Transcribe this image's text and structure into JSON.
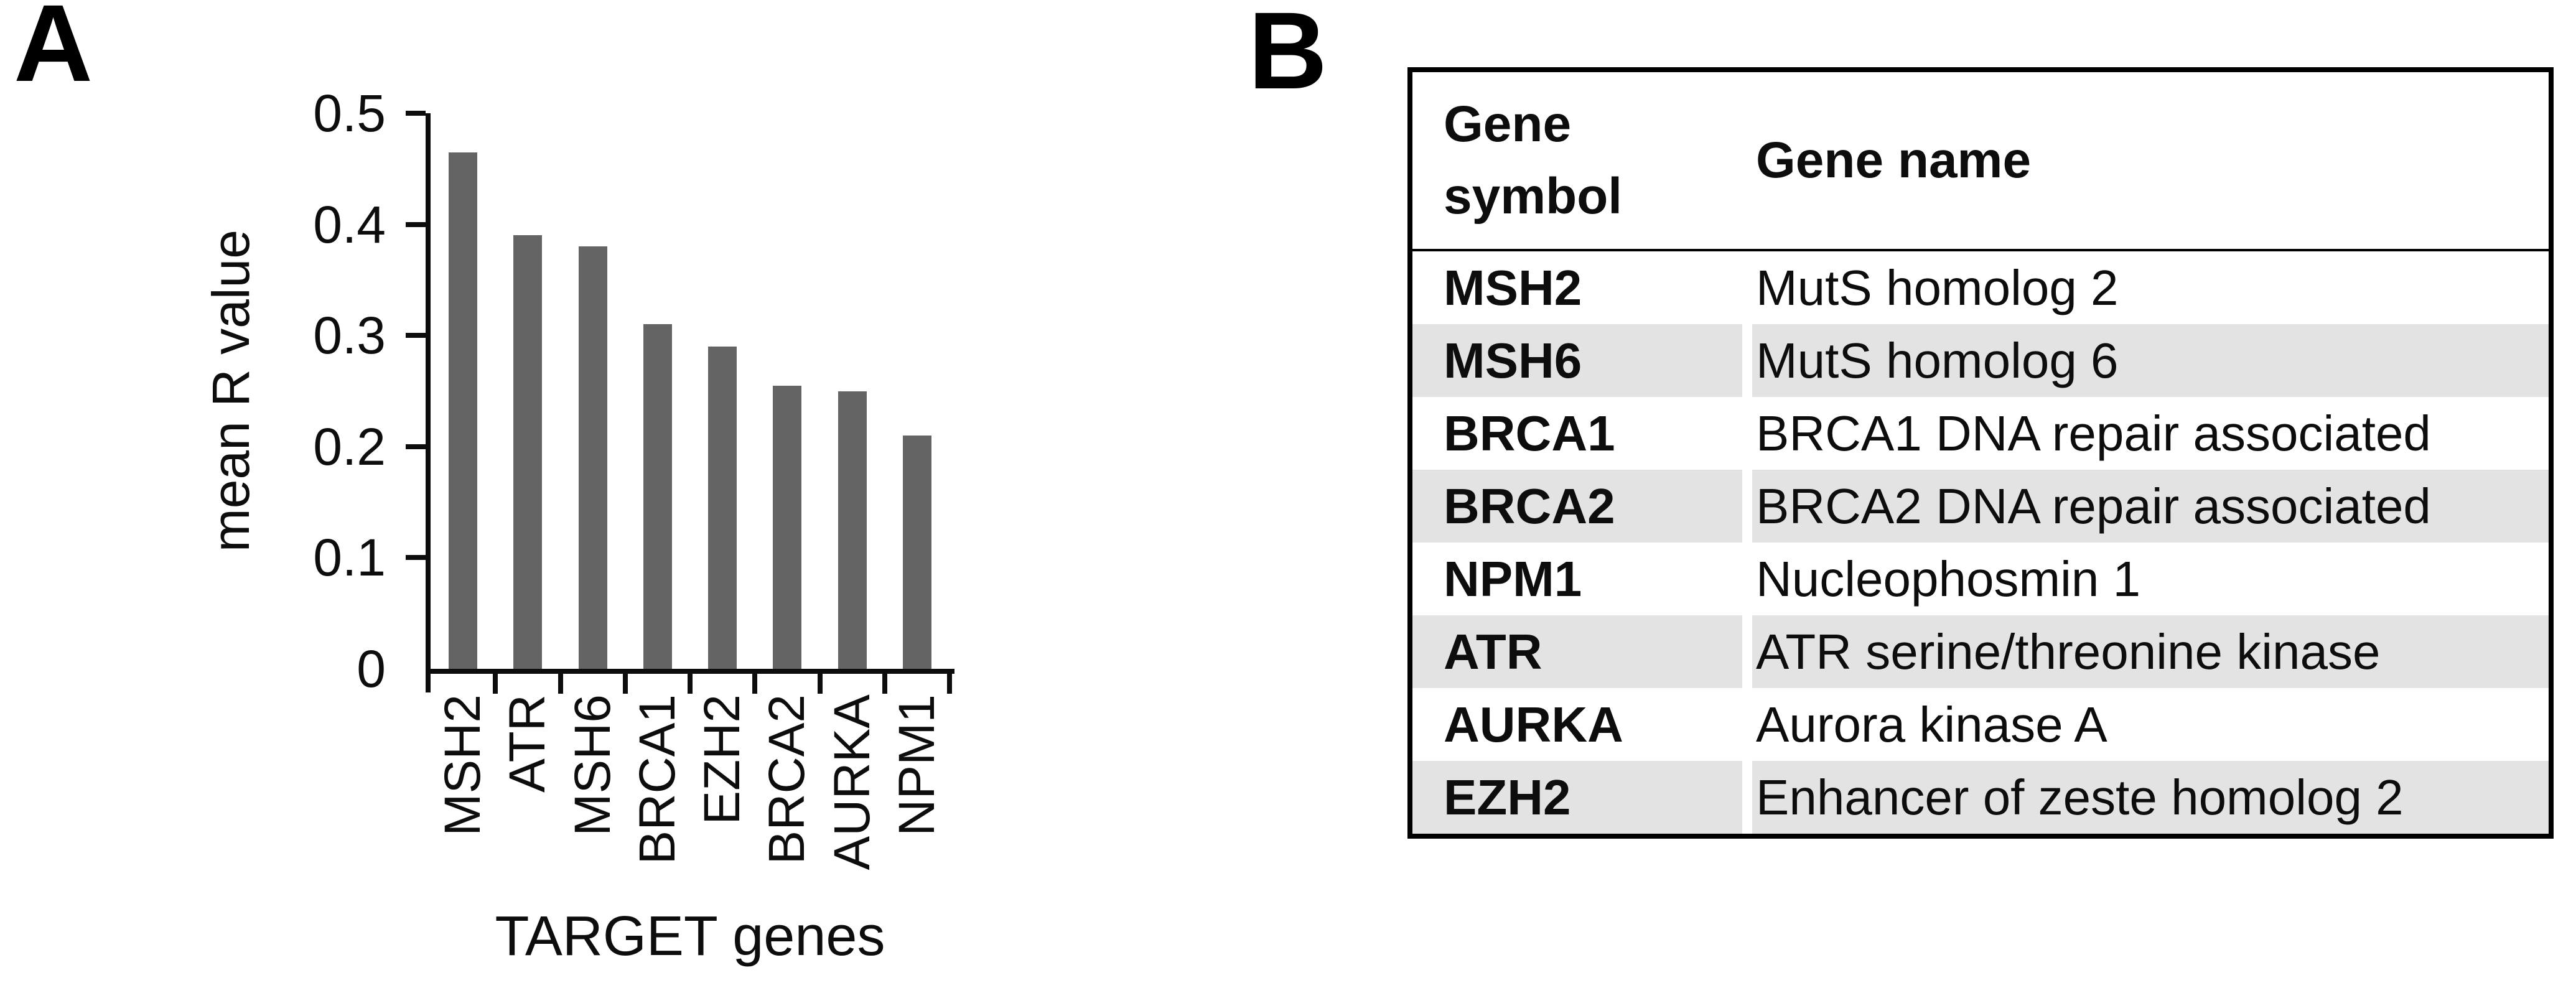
{
  "figure": {
    "panel_a_label": "A",
    "panel_b_label": "B"
  },
  "chart_data": {
    "type": "bar",
    "title": "",
    "categories": [
      "MSH2",
      "ATR",
      "MSH6",
      "BRCA1",
      "EZH2",
      "BRCA2",
      "AURKA",
      "NPM1"
    ],
    "values": [
      0.465,
      0.39,
      0.38,
      0.31,
      0.29,
      0.255,
      0.25,
      0.21
    ],
    "xlabel": "TARGET genes",
    "ylabel": "mean R value",
    "ylim": [
      0,
      0.5
    ],
    "yticks": [
      0,
      0.1,
      0.2,
      0.3,
      0.4,
      0.5
    ],
    "ytick_labels": [
      "0",
      "0.1",
      "0.2",
      "0.3",
      "0.4",
      "0.5"
    ],
    "grid": false,
    "legend": false,
    "bar_color": "#646464",
    "axis_color": "#0d0d0d"
  },
  "table": {
    "col1_header": "Gene symbol",
    "col2_header": "Gene name",
    "stripe_color": "#e3e3e3",
    "rows": [
      {
        "symbol": "MSH2",
        "name": "MutS homolog 2"
      },
      {
        "symbol": "MSH6",
        "name": "MutS homolog 6"
      },
      {
        "symbol": "BRCA1",
        "name": "BRCA1 DNA repair associated"
      },
      {
        "symbol": "BRCA2",
        "name": "BRCA2 DNA repair associated"
      },
      {
        "symbol": "NPM1",
        "name": "Nucleophosmin 1"
      },
      {
        "symbol": "ATR",
        "name": "ATR serine/threonine kinase"
      },
      {
        "symbol": "AURKA",
        "name": "Aurora kinase A"
      },
      {
        "symbol": "EZH2",
        "name": "Enhancer of zeste homolog 2"
      }
    ]
  }
}
